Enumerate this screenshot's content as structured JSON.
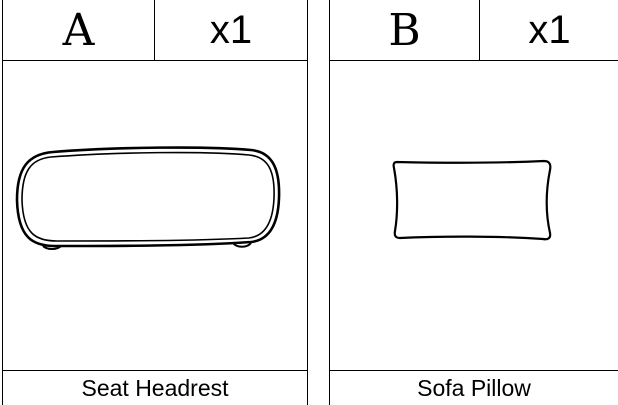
{
  "parts": [
    {
      "letter": "A",
      "quantity": "x1",
      "name": "Seat Headrest",
      "shape": "headrest-outline-icon"
    },
    {
      "letter": "B",
      "quantity": "x1",
      "name": "Sofa Pillow",
      "shape": "pillow-outline-icon"
    }
  ],
  "colors": {
    "line": "#000000",
    "background": "#ffffff"
  }
}
